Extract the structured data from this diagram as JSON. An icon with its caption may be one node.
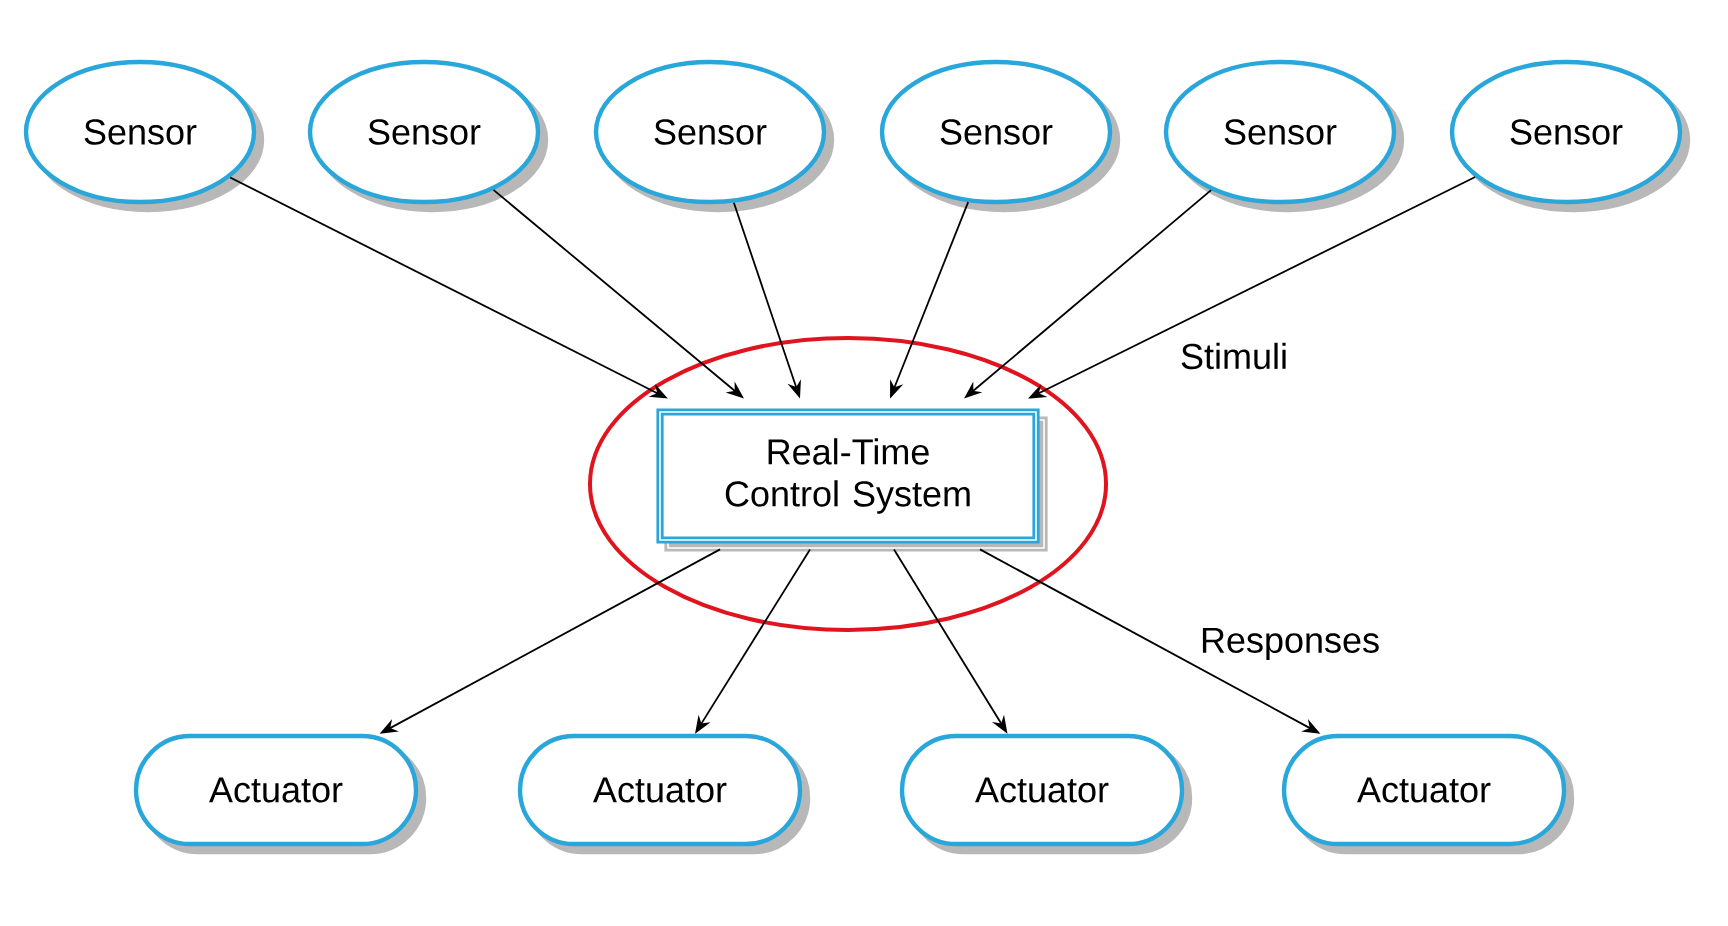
{
  "diagram": {
    "nodes": [
      {
        "text": [
          "Sensor"
        ]
      },
      {
        "text": [
          "Sensor"
        ]
      },
      {
        "text": [
          "Sensor"
        ]
      },
      {
        "text": [
          "Sensor"
        ]
      },
      {
        "text": [
          "Sensor"
        ]
      },
      {
        "text": [
          "Sensor"
        ]
      },
      {
        "text": [],
        "shape": "circle"
      },
      {
        "text": [
          "Real-Time Control System"
        ],
        "in": 6
      },
      {
        "text": [
          "Actuator"
        ]
      },
      {
        "text": [
          "Actuator"
        ]
      },
      {
        "text": [
          "Actuator"
        ]
      },
      {
        "text": [
          "Actuator"
        ]
      }
    ],
    "edges": [
      {
        "from": 0,
        "to": 7,
        "arrow": "to"
      },
      {
        "from": 1,
        "to": 7,
        "arrow": "to"
      },
      {
        "from": 2,
        "to": 7,
        "arrow": "to"
      },
      {
        "from": 3,
        "to": 7,
        "arrow": "to"
      },
      {
        "from": 4,
        "to": 7,
        "arrow": "to"
      },
      {
        "from": 5,
        "to": 7,
        "arrow": "to",
        "label": "Stimuli"
      },
      {
        "from": 7,
        "to": 8,
        "arrow": "to"
      },
      {
        "from": 7,
        "to": 9,
        "arrow": "to"
      },
      {
        "from": 7,
        "to": 10,
        "arrow": "to"
      },
      {
        "from": 7,
        "to": 11,
        "arrow": "to",
        "label": "Responses"
      }
    ]
  }
}
